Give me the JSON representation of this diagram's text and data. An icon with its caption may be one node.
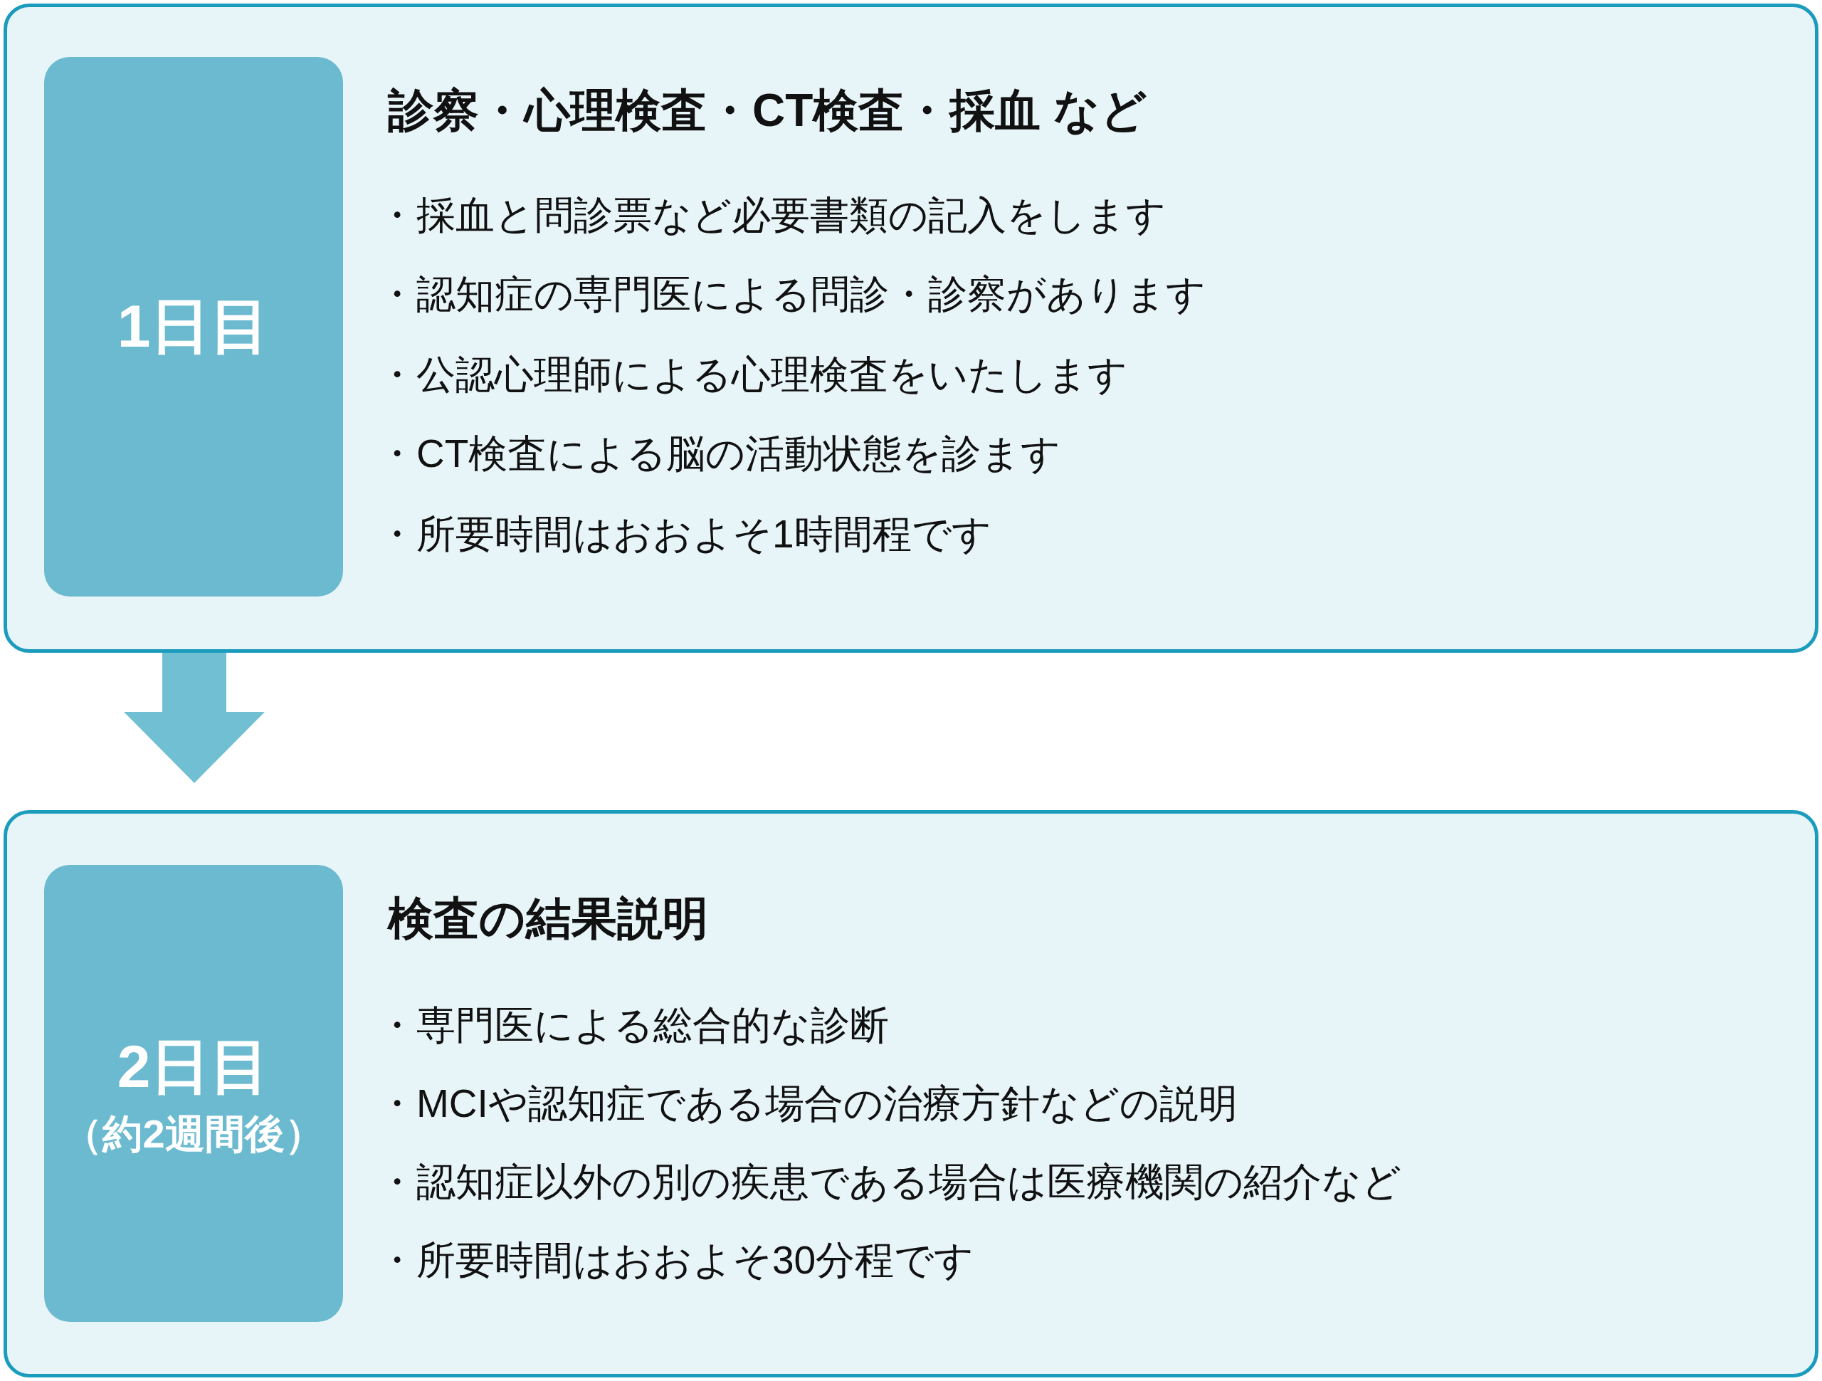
{
  "diagram": {
    "nodes": [
      {
        "text": [
          "診察・心理検査・CT検査・採血 など",
          "・採血と問診票など必要書類の記入をします",
          "・認知症の専門医による問診・診察があります",
          "・公認心理師による心理検査をいたします",
          "・CT検査による脳の活動状態を診ます",
          "・所要時間はおおよそ1時間程です"
        ]
      },
      {
        "text": [
          "1日目"
        ],
        "in": 0
      },
      {
        "text": [
          "検査の結果説明",
          "・専門医による総合的な診断",
          "・MCIや認知症である場合の治療方針などの説明",
          "・認知症以外の別の疾患である場合は医療機関の紹介など",
          "・所要時間はおおよそ30分程です"
        ]
      },
      {
        "text": [
          "2日目",
          "（約2週間後）"
        ],
        "in": 2
      }
    ],
    "edges": [
      {
        "from": 0,
        "to": 2,
        "arrow": "to"
      }
    ]
  }
}
